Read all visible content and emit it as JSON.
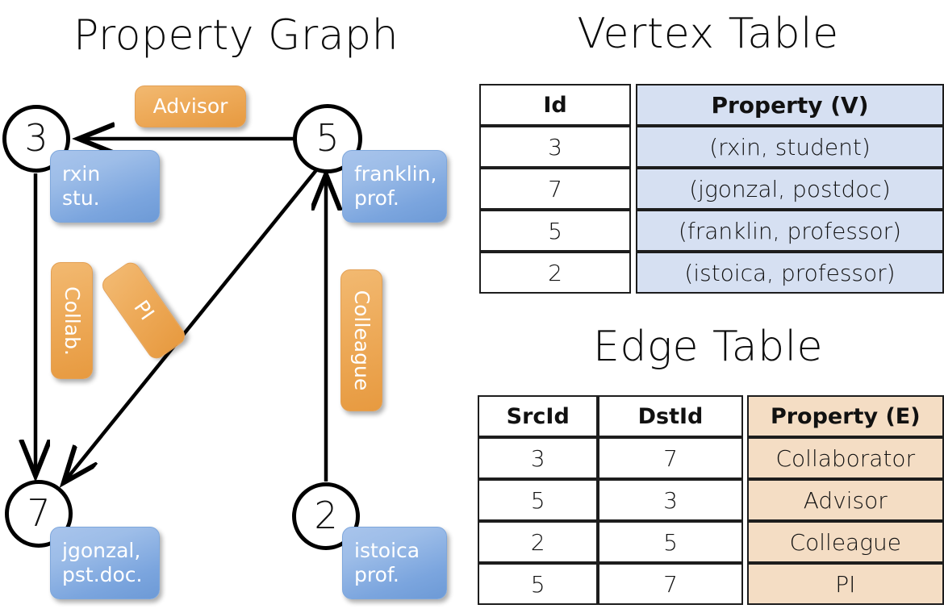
{
  "titles": {
    "property_graph": "Property Graph",
    "vertex_table": "Vertex Table",
    "edge_table": "Edge Table"
  },
  "colors": {
    "vertex_property_fill": "#d6e0f2",
    "edge_property_fill": "#f4ddc4",
    "node_badge_blue": "#7ba5de",
    "edge_badge_orange": "#eeac5c",
    "stroke": "#000000"
  },
  "graph": {
    "nodes": [
      {
        "id": "3",
        "property_label": "rxin\nstu."
      },
      {
        "id": "5",
        "property_label": "franklin,\nprof."
      },
      {
        "id": "7",
        "property_label": "jgonzal,\npst.doc."
      },
      {
        "id": "2",
        "property_label": "istoica\nprof."
      }
    ],
    "edge_labels": [
      {
        "name": "advisor-label",
        "text": "Advisor"
      },
      {
        "name": "collab-label",
        "text": "Collab."
      },
      {
        "name": "pi-label",
        "text": "PI"
      },
      {
        "name": "colleague-label",
        "text": "Colleague"
      }
    ],
    "edges": [
      {
        "src": "5",
        "dst": "3",
        "label": "Advisor"
      },
      {
        "src": "3",
        "dst": "7",
        "label": "Collab."
      },
      {
        "src": "5",
        "dst": "7",
        "label": "PI"
      },
      {
        "src": "2",
        "dst": "5",
        "label": "Colleague"
      }
    ]
  },
  "vertex_table": {
    "headers": [
      "Id",
      "Property (V)"
    ],
    "rows": [
      {
        "id": "3",
        "property": "(rxin, student)"
      },
      {
        "id": "7",
        "property": "(jgonzal, postdoc)"
      },
      {
        "id": "5",
        "property": "(franklin, professor)"
      },
      {
        "id": "2",
        "property": "(istoica, professor)"
      }
    ]
  },
  "edge_table": {
    "headers": [
      "SrcId",
      "DstId",
      "Property (E)"
    ],
    "rows": [
      {
        "src": "3",
        "dst": "7",
        "property": "Collaborator"
      },
      {
        "src": "5",
        "dst": "3",
        "property": "Advisor"
      },
      {
        "src": "2",
        "dst": "5",
        "property": "Colleague"
      },
      {
        "src": "5",
        "dst": "7",
        "property": "PI"
      }
    ]
  }
}
